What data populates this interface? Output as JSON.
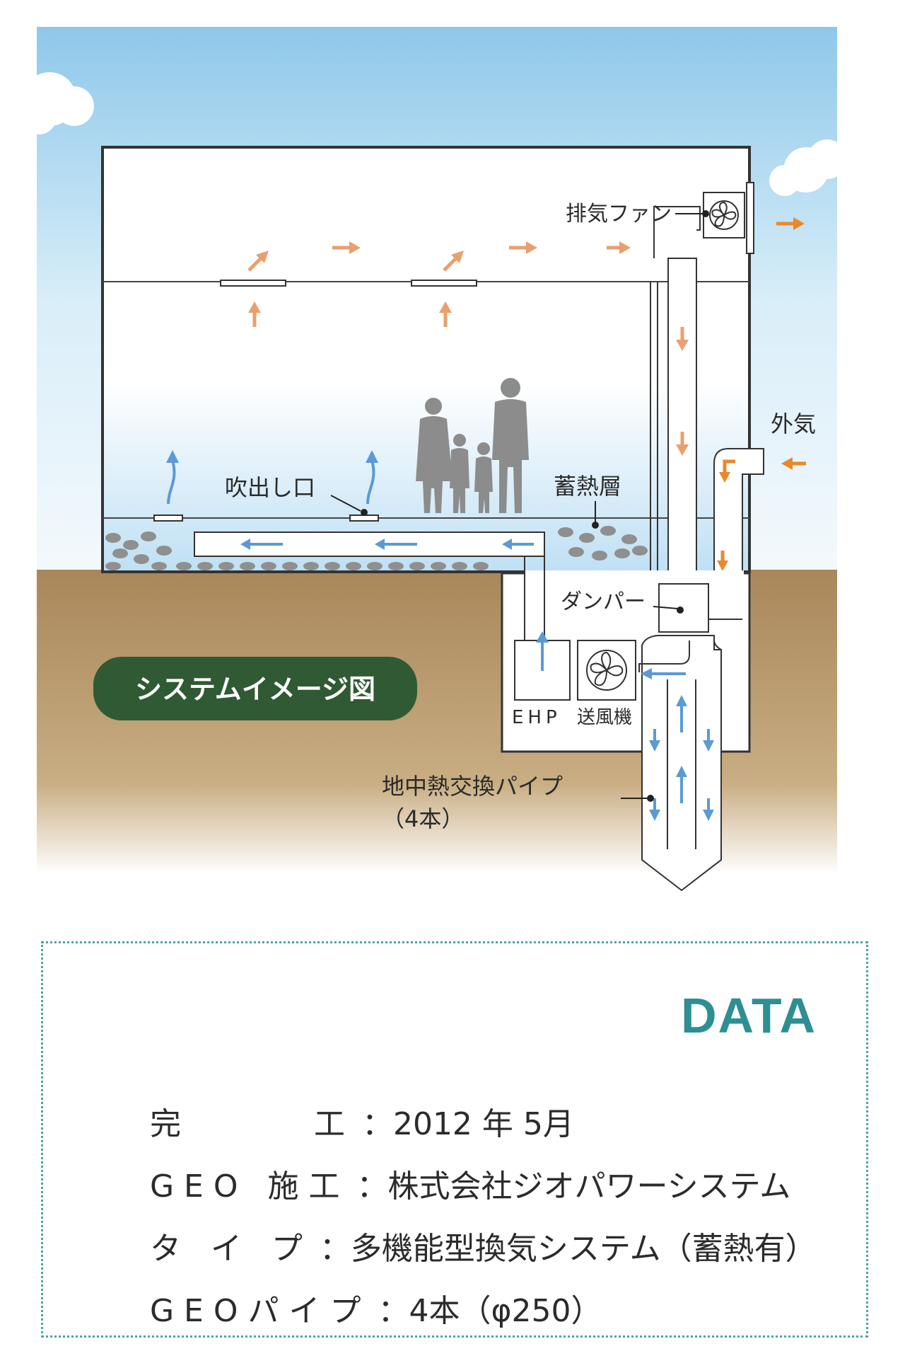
{
  "diagram": {
    "title": "システムイメージ図",
    "labels": {
      "exhaust_fan": "排気ファン",
      "outside_air": "外気",
      "outlet": "吹出し口",
      "heat_storage_layer": "蓄熱層",
      "damper": "ダンパー",
      "ehp": "EHP",
      "blower": "送風機",
      "pipe_line1": "地中熱交換パイプ",
      "pipe_line2": "（4本）"
    },
    "colors": {
      "warm_arrow": "#e9a06e",
      "outside_arrow": "#e8892c",
      "cool_arrow": "#5a9ad6",
      "ground": "#b18f5d",
      "sky": "#9fd0ec",
      "badge": "#2f5a33"
    }
  },
  "data_section": {
    "title": "DATA",
    "rows": [
      {
        "key": "完　　　工",
        "value": "：2012 年 5月"
      },
      {
        "key": "GEO 施工",
        "value": "：株式会社ジオパワーシステム"
      },
      {
        "key": "タ イ プ",
        "value": "：多機能型換気システム（蓄熱有）"
      },
      {
        "key": "GEOパイプ",
        "value": "：4本（φ250）"
      }
    ]
  }
}
